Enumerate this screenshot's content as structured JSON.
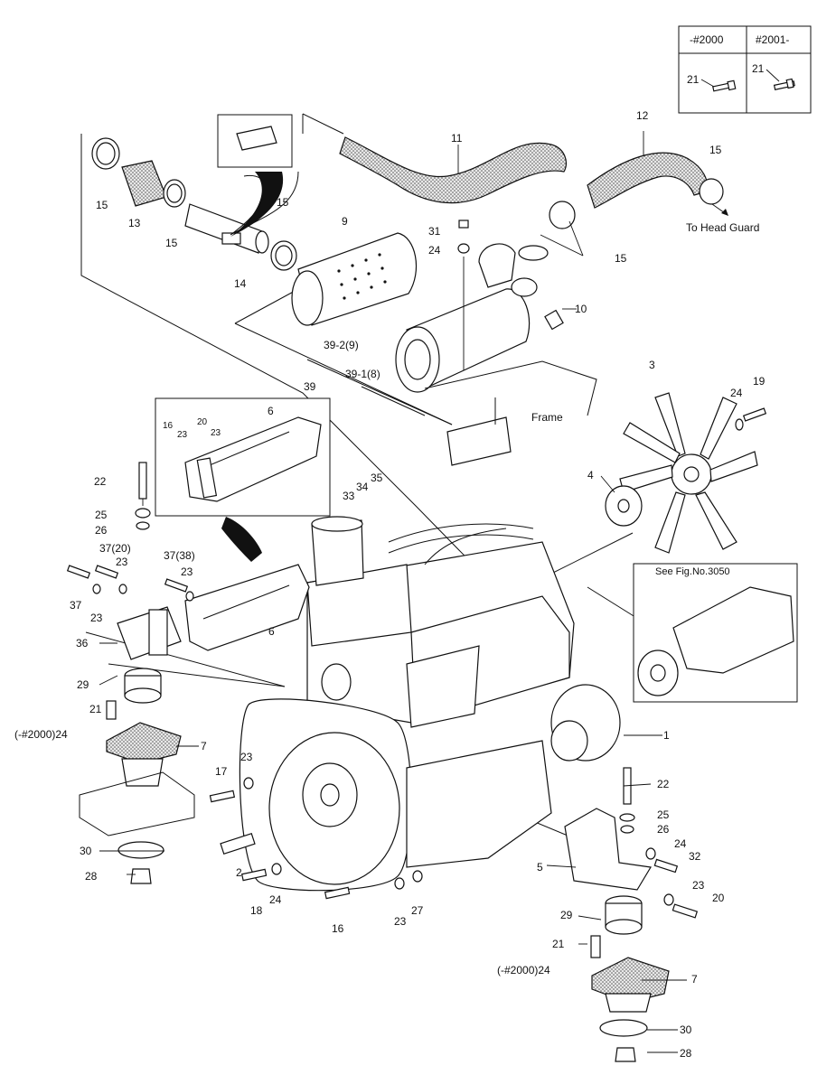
{
  "revision_table": {
    "col_left_header": "-#2000",
    "col_right_header": "#2001-",
    "left_part": "21",
    "right_part": "21"
  },
  "annotations": {
    "to_head_guard": "To Head Guard",
    "frame": "Frame",
    "see_fig": "See Fig.No.3050"
  },
  "callouts": {
    "p1": "1",
    "p2": "2",
    "p3": "3",
    "p4": "4",
    "p5": "5",
    "p6a": "6",
    "p6b": "6",
    "p7a": "7",
    "p7b": "7",
    "p9": "9",
    "p10": "10",
    "p11": "11",
    "p12": "12",
    "p13": "13",
    "p14": "14",
    "p15a": "15",
    "p15b": "15",
    "p15c": "15",
    "p15d": "15",
    "p15e": "15",
    "p16a": "16",
    "p16b": "16",
    "p17": "17",
    "p18": "18",
    "p19": "19",
    "p20a": "20",
    "p20b": "20",
    "p21a": "21",
    "p21b": "21",
    "p22a": "22",
    "p22b": "22",
    "p23a": "23",
    "p23b": "23",
    "p23c": "23",
    "p23d": "23",
    "p23e": "23",
    "p23f": "23",
    "p23g": "23",
    "p23h": "23",
    "p24a": "24",
    "p24b": "24",
    "p24c": "24",
    "p24d": "24",
    "p24e": "(-#2000)24",
    "p24f": "(-#2000)24",
    "p25a": "25",
    "p25b": "25",
    "p26a": "26",
    "p26b": "26",
    "p27": "27",
    "p28a": "28",
    "p28b": "28",
    "p29a": "29",
    "p29b": "29",
    "p30a": "30",
    "p30b": "30",
    "p31": "31",
    "p32": "32",
    "p33": "33",
    "p34": "34",
    "p35": "35",
    "p36": "36",
    "p37a": "37(20)",
    "p37b": "37(38)",
    "p37c": "37",
    "p39": "39",
    "p39_1": "39-1(8)",
    "p39_2": "39-2(9)"
  }
}
